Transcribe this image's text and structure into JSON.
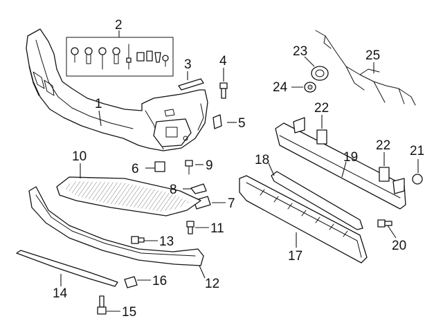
{
  "callouts": {
    "c1": "1",
    "c2": "2",
    "c3": "3",
    "c4": "4",
    "c5": "5",
    "c6": "6",
    "c7": "7",
    "c8": "8",
    "c9": "9",
    "c10": "10",
    "c11": "11",
    "c12": "12",
    "c13": "13",
    "c14": "14",
    "c15": "15",
    "c16": "16",
    "c17": "17",
    "c18": "18",
    "c19": "19",
    "c20": "20",
    "c21": "21",
    "c22a": "22",
    "c22b": "22",
    "c23": "23",
    "c24": "24",
    "c25": "25"
  }
}
